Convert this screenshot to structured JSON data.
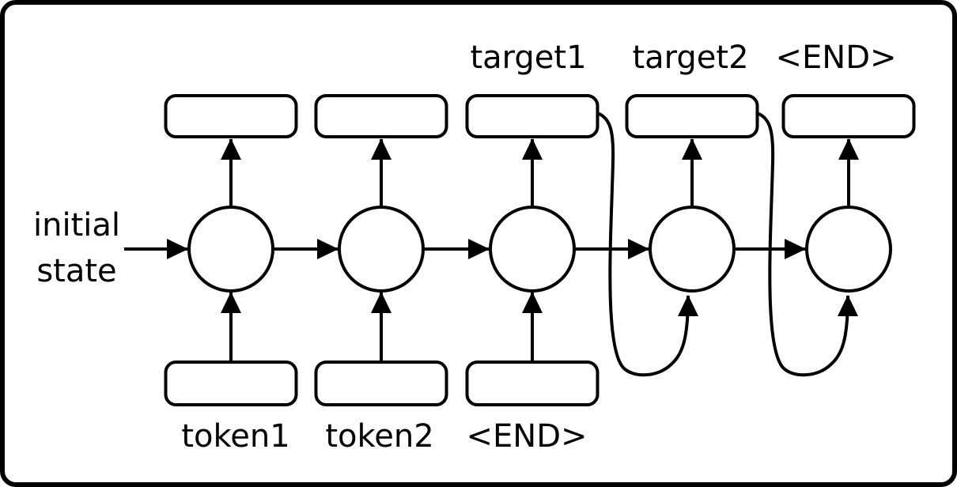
{
  "diagram": {
    "initial_state": {
      "line1": "initial",
      "line2": "state"
    },
    "input_tokens": [
      "token1",
      "token2",
      "<END>"
    ],
    "output_tokens": [
      "target1",
      "target2",
      "<END>"
    ],
    "colors": {
      "ink": "#000000",
      "background": "#ffffff"
    }
  }
}
